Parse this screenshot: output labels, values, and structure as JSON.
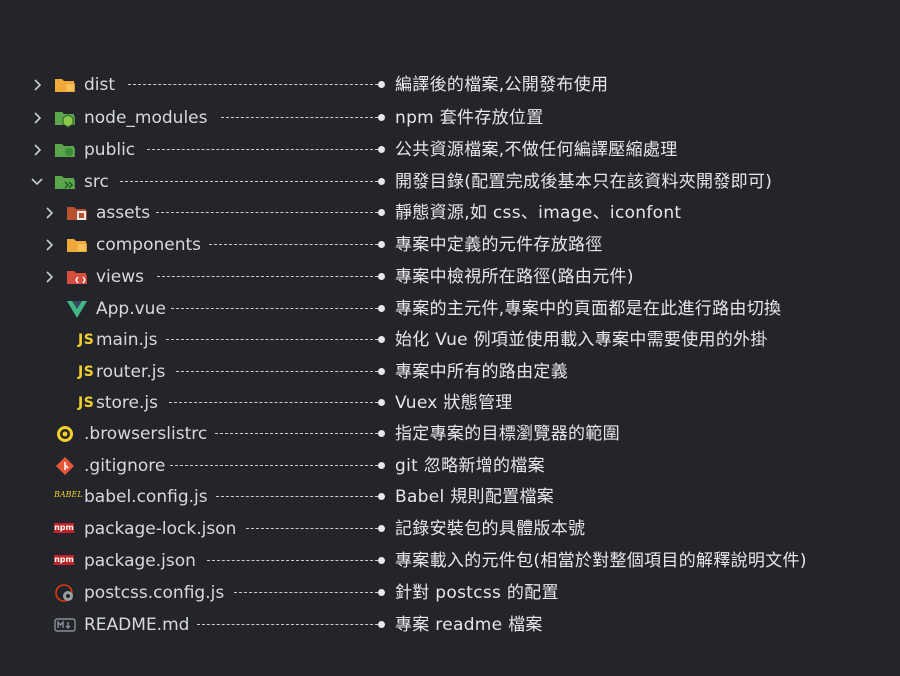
{
  "entries": [
    {
      "name": "dist",
      "desc": "編譯後的檔案,公開發布使用",
      "chevron": "closed",
      "icon": "folder-dist-icon"
    },
    {
      "name": "node_modules",
      "desc": "npm 套件存放位置",
      "chevron": "closed",
      "icon": "folder-node-icon"
    },
    {
      "name": "public",
      "desc": "公共資源檔案,不做任何編譯壓縮處理",
      "chevron": "closed",
      "icon": "folder-public-icon"
    },
    {
      "name": "src",
      "desc": "開發目錄(配置完成後基本只在該資料夾開發即可)",
      "chevron": "open",
      "icon": "folder-src-icon"
    },
    {
      "name": "assets",
      "desc": "靜態資源,如 css、image、iconfont",
      "chevron": "closed",
      "icon": "folder-assets-icon"
    },
    {
      "name": "components",
      "desc": "專案中定義的元件存放路徑",
      "chevron": "closed",
      "icon": "folder-components-icon"
    },
    {
      "name": "views",
      "desc": "專案中檢視所在路徑(路由元件)",
      "chevron": "closed",
      "icon": "folder-views-icon"
    },
    {
      "name": "App.vue",
      "desc": "專案的主元件,專案中的頁面都是在此進行路由切換",
      "chevron": "none",
      "icon": "vue-icon"
    },
    {
      "name": "main.js",
      "desc": "始化 Vue 例項並使用載入專案中需要使用的外掛",
      "chevron": "none",
      "icon": "js-icon"
    },
    {
      "name": "router.js",
      "desc": "專案中所有的路由定義",
      "chevron": "none",
      "icon": "js-icon"
    },
    {
      "name": "store.js",
      "desc": "Vuex 狀態管理",
      "chevron": "none",
      "icon": "js-icon"
    },
    {
      "name": ".browserslistrc",
      "desc": "指定專案的目標瀏覽器的範圍",
      "chevron": "none",
      "icon": "browserslist-icon"
    },
    {
      "name": ".gitignore",
      "desc": "git 忽略新增的檔案",
      "chevron": "none",
      "icon": "git-icon"
    },
    {
      "name": "babel.config.js",
      "desc": "Babel 規則配置檔案",
      "chevron": "none",
      "icon": "babel-icon"
    },
    {
      "name": "package-lock.json",
      "desc": "記錄安裝包的具體版本號",
      "chevron": "none",
      "icon": "npm-icon"
    },
    {
      "name": "package.json",
      "desc": "專案載入的元件包(相當於對整個項目的解釋說明文件)",
      "chevron": "none",
      "icon": "npm-icon"
    },
    {
      "name": "postcss.config.js",
      "desc": "針對 postcss 的配置",
      "chevron": "none",
      "icon": "postcss-icon"
    },
    {
      "name": "README.md",
      "desc": "專案 readme 檔案",
      "chevron": "none",
      "icon": "markdown-icon"
    }
  ],
  "js_badge_text": "JS",
  "babel_badge_text": "BABEL",
  "npm_badge_text": "npm",
  "colors": {
    "background": "#23252a",
    "text": "#d7d9dd",
    "js_yellow": "#f3d02a",
    "folder_orange": "#f0a93a",
    "folder_green": "#5aa64c",
    "vue_green": "#41b883",
    "git_red": "#e55638",
    "npm_red": "#c12127"
  }
}
